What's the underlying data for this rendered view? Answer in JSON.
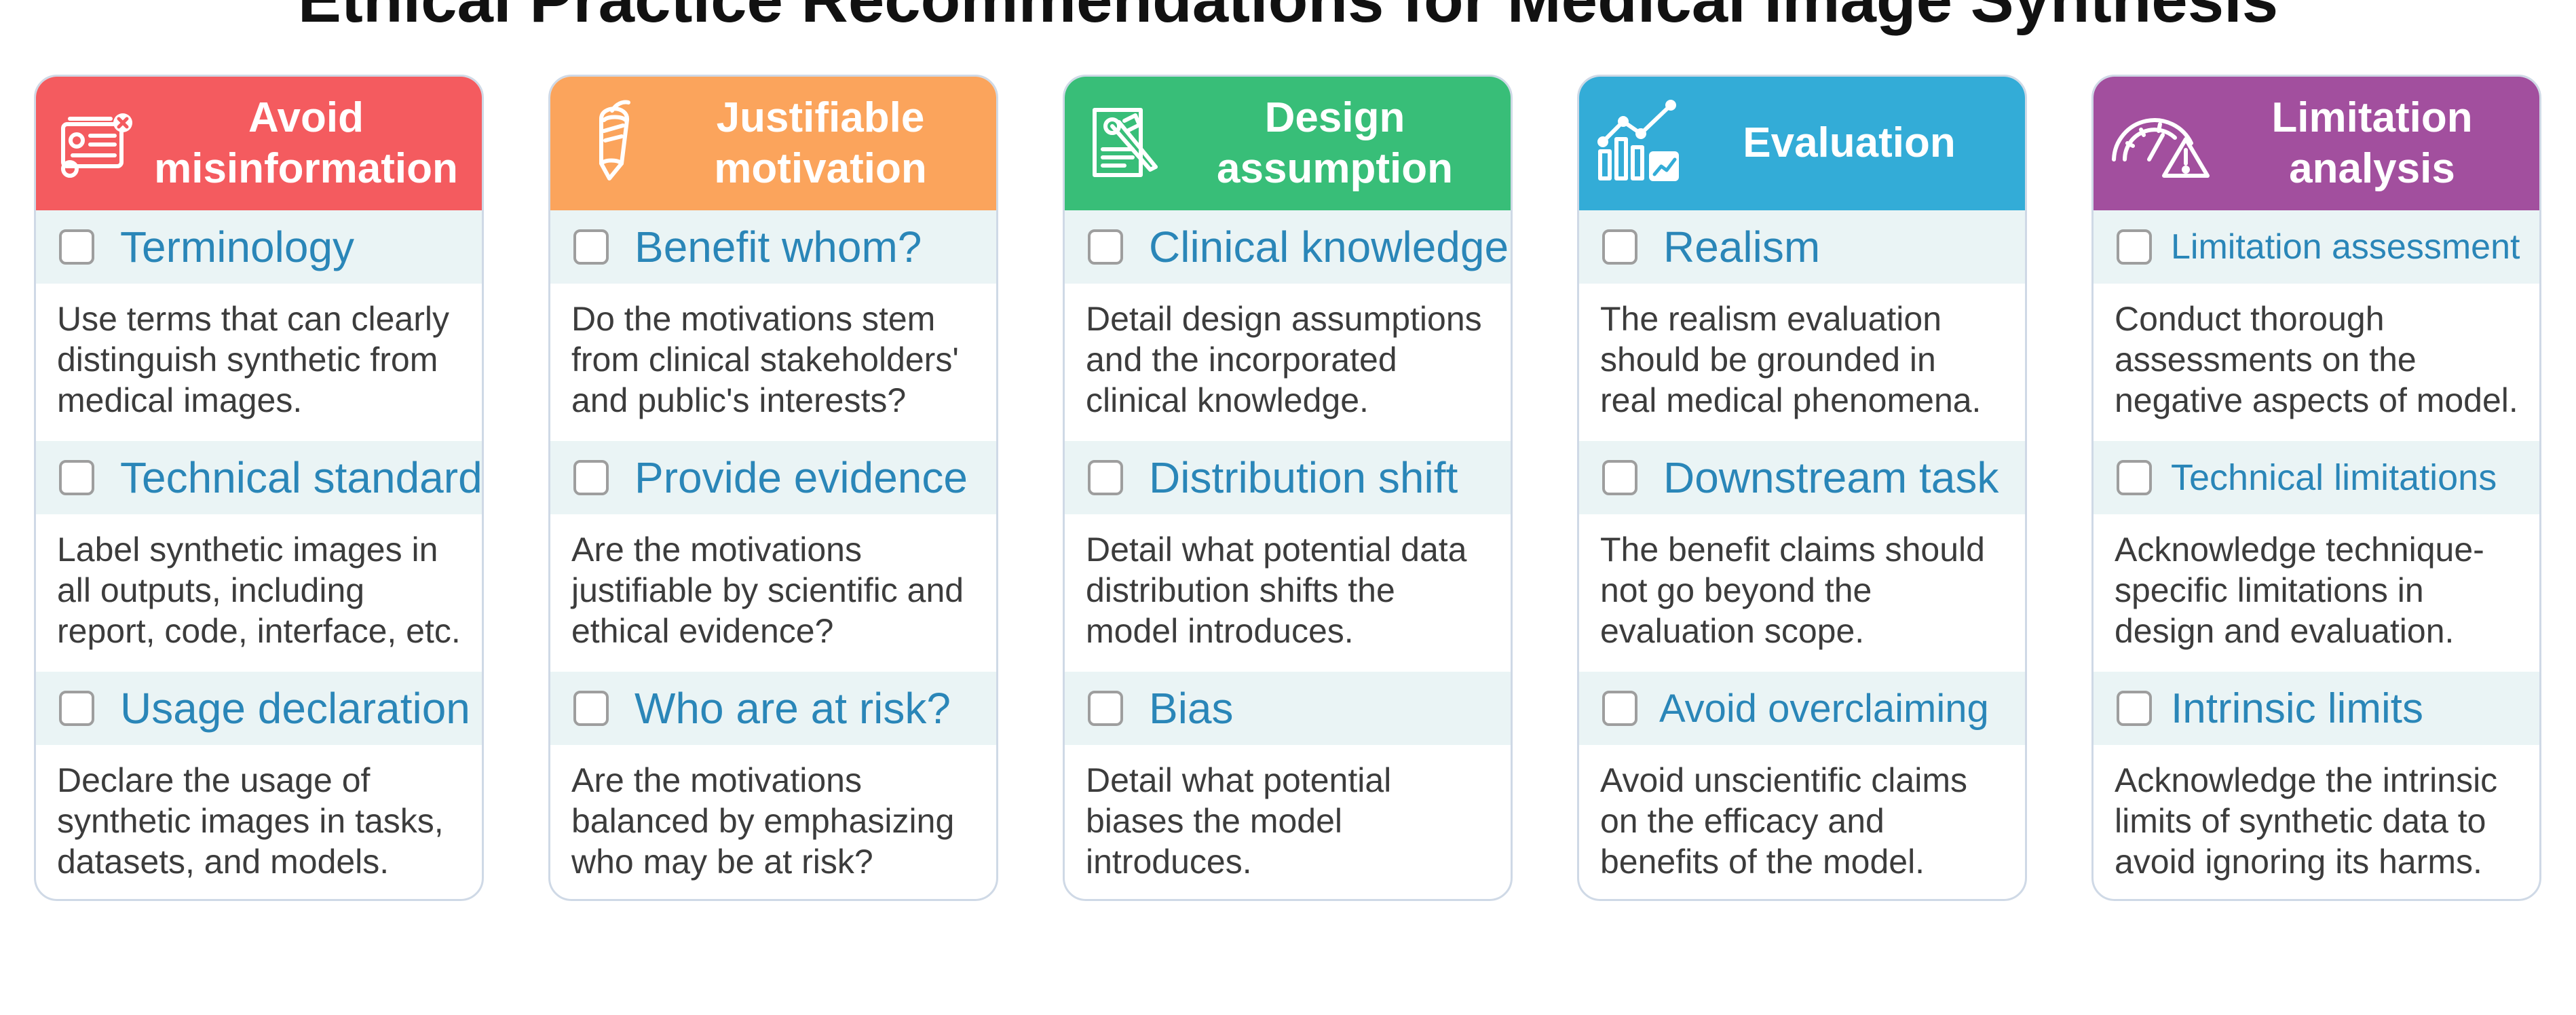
{
  "title": "Ethical Practice Recommendations for Medical Image Synthesis",
  "colors": {
    "avoid": "#f45b5f",
    "justify": "#fba45c",
    "design": "#38be78",
    "evaluation": "#33acd7",
    "limitation": "#a24f9e",
    "item_title": "#2a86b8",
    "item_bg": "#eaf4f5"
  },
  "cards": [
    {
      "icon": "id-card-error-icon",
      "title": [
        "Avoid",
        "misinformation"
      ],
      "items": [
        {
          "title": "Terminology",
          "desc": [
            "Use terms that can clearly",
            "distinguish synthetic from",
            "medical images."
          ]
        },
        {
          "title": "Technical standard",
          "desc": [
            "Label synthetic images in",
            "all outputs, including",
            "report, code, interface, etc."
          ]
        },
        {
          "title": "Usage declaration",
          "desc": [
            "Declare the usage of",
            "synthetic images in tasks,",
            "datasets, and models."
          ]
        }
      ]
    },
    {
      "icon": "pen-icon",
      "title": [
        "Justifiable",
        "motivation"
      ],
      "items": [
        {
          "title": "Benefit whom?",
          "desc": [
            "Do the motivations stem",
            "from clinical stakeholders'",
            "and public's interests?"
          ]
        },
        {
          "title": "Provide evidence",
          "desc": [
            "Are the motivations",
            "justifiable by scientific and",
            "ethical evidence?"
          ]
        },
        {
          "title": "Who are at risk?",
          "desc": [
            "Are the motivations",
            "balanced by emphasizing",
            "who may be at risk?"
          ]
        }
      ]
    },
    {
      "icon": "document-tools-icon",
      "title": [
        "Design",
        "assumption"
      ],
      "items": [
        {
          "title": "Clinical knowledge",
          "desc": [
            "Detail design assumptions",
            "and the incorporated",
            "clinical knowledge."
          ]
        },
        {
          "title": "Distribution shift",
          "desc": [
            "Detail what potential data",
            "distribution shifts the",
            "model introduces."
          ]
        },
        {
          "title": "Bias",
          "desc": [
            "Detail what potential",
            "biases the model",
            "introduces."
          ]
        }
      ]
    },
    {
      "icon": "analytics-chart-icon",
      "title": [
        "Evaluation"
      ],
      "items": [
        {
          "title": "Realism",
          "desc": [
            "The realism evaluation",
            "should be grounded in",
            "real medical phenomena."
          ]
        },
        {
          "title": "Downstream task",
          "desc": [
            "The benefit claims should",
            "not go beyond the",
            "evaluation scope."
          ]
        },
        {
          "title": "Avoid overclaiming",
          "desc": [
            "Avoid unscientific claims",
            "on the efficacy and",
            "benefits of the model."
          ]
        }
      ]
    },
    {
      "icon": "gauge-warning-icon",
      "title": [
        "Limitation",
        "analysis"
      ],
      "items": [
        {
          "title": "Limitation assessment",
          "desc": [
            "Conduct thorough",
            "assessments on the",
            "negative aspects of model."
          ]
        },
        {
          "title": "Technical limitations",
          "desc": [
            "Acknowledge technique-",
            "specific limitations in",
            "design and evaluation."
          ]
        },
        {
          "title": "Intrinsic limits",
          "desc": [
            "Acknowledge the intrinsic",
            "limits of synthetic data to",
            "avoid ignoring its harms."
          ]
        }
      ]
    }
  ]
}
